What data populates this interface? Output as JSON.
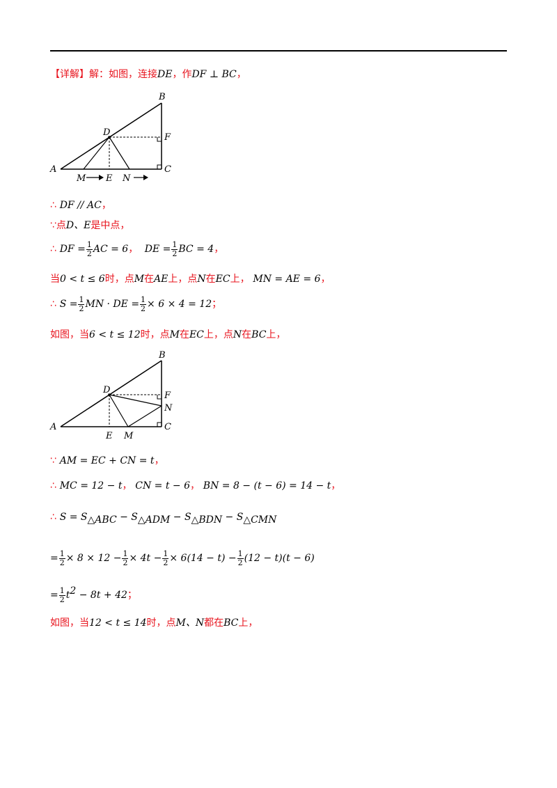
{
  "header_rule": true,
  "lines": {
    "l1_red": "【详解】解：如图，连接",
    "l1_m1": "DE",
    "l1_red2": "，作",
    "l1_m2": "DF ⊥ BC",
    "l1_red3": "，",
    "l2_sym": "∴",
    "l2_m": "DF // AC",
    "l2_red": "，",
    "l3_sym": "∵",
    "l3_red1": "点",
    "l3_m1": "D、E",
    "l3_red2": "是中点，",
    "l4_sym": "∴",
    "l4_m1": "DF =",
    "l4_m2": "AC = 6",
    "l4_comma": "，",
    "l4_m3": "DE =",
    "l4_m4": "BC = 4",
    "l4_end": "，",
    "l5_red1": "当",
    "l5_m1": "0 < t ≤ 6",
    "l5_red2": "时，点",
    "l5_m2": "M",
    "l5_red3": "在",
    "l5_m3": "AE",
    "l5_red4": "上，点",
    "l5_m4": "N",
    "l5_red5": "在",
    "l5_m5": "EC",
    "l5_red6": "上，",
    "l5_m6": "MN = AE = 6",
    "l5_end": "，",
    "l6_sym": "∴",
    "l6_m1": "S =",
    "l6_m2": "MN · DE =",
    "l6_m3": "× 6 × 4 = 12",
    "l6_end": "；",
    "l7_red1": "如图，当",
    "l7_m1": "6 < t ≤ 12",
    "l7_red2": "时，点",
    "l7_m2": "M",
    "l7_red3": "在",
    "l7_m3": "EC",
    "l7_red4": "上，点",
    "l7_m4": "N",
    "l7_red5": "在",
    "l7_m5": "BC",
    "l7_red6": "上，",
    "l8_sym": "∵",
    "l8_m": "AM = EC + CN = t",
    "l8_end": "，",
    "l9_sym": "∴",
    "l9_m1": "MC = 12 − t",
    "l9_c1": "，",
    "l9_m2": "CN = t − 6",
    "l9_c2": "，",
    "l9_m3": "BN = 8 − (t − 6) = 14 − t",
    "l9_end": "，",
    "l10_sym": "∴",
    "l10_m": "S = S",
    "l10_s1": "△ABC",
    "l10_m2": " − S",
    "l10_s2": "△ADM",
    "l10_m3": " − S",
    "l10_s3": "△BDN",
    "l10_m4": " − S",
    "l10_s4": "△CMN",
    "l11_m1": "=",
    "l11_m2": "× 8 × 12 −",
    "l11_m3": "× 4t −",
    "l11_m4": "× 6(14 − t) −",
    "l11_m5": "(12 − t)(t − 6)",
    "l12_m1": "=",
    "l12_m2": "t",
    "l12_sup": "2",
    "l12_m3": " − 8t + 42",
    "l12_end": "；",
    "l13_red1": "如图，当",
    "l13_m1": "12 < t ≤ 14",
    "l13_red2": "时，点",
    "l13_m2": "M、N",
    "l13_red3": "都在",
    "l13_m3": "BC",
    "l13_red4": "上，",
    "half_num": "1",
    "half_den": "2"
  },
  "figure1": {
    "labels": {
      "A": "A",
      "B": "B",
      "C": "C",
      "D": "D",
      "E": "E",
      "F": "F",
      "M": "M",
      "N": "N"
    }
  },
  "figure2": {
    "labels": {
      "A": "A",
      "B": "B",
      "C": "C",
      "D": "D",
      "E": "E",
      "F": "F",
      "M": "M",
      "N": "N"
    }
  },
  "colors": {
    "accent_red": "#e8141e",
    "text": "#000000"
  }
}
